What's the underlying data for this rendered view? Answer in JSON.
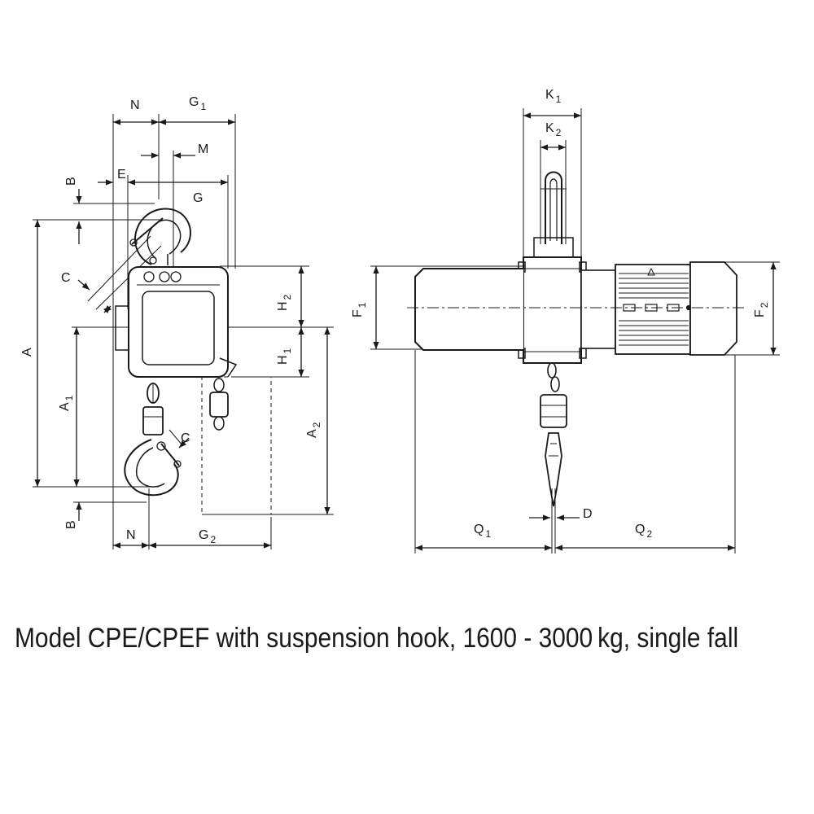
{
  "labels": {
    "N": "N",
    "G1": {
      "main": "G",
      "sub": "1"
    },
    "M": "M",
    "E": "E",
    "G": "G",
    "B_top": "B",
    "C_top": "C",
    "A": "A",
    "H2": {
      "main": "H",
      "sub": "2"
    },
    "H1": {
      "main": "H",
      "sub": "1"
    },
    "A1": {
      "main": "A",
      "sub": "1"
    },
    "A2": {
      "main": "A",
      "sub": "2"
    },
    "C_bottom": "C",
    "B_bottom": "B",
    "N_bottom": "N",
    "G2": {
      "main": "G",
      "sub": "2"
    },
    "K1": {
      "main": "K",
      "sub": "1"
    },
    "K2": {
      "main": "K",
      "sub": "2"
    },
    "F1": {
      "main": "F",
      "sub": "1"
    },
    "F2": {
      "main": "F",
      "sub": "2"
    },
    "Q1": {
      "main": "Q",
      "sub": "1"
    },
    "Q2": {
      "main": "Q",
      "sub": "2"
    },
    "D": "D"
  },
  "caption": "Model CPE/CPEF with suspension hook, 1600 - 3000 kg, single fall"
}
